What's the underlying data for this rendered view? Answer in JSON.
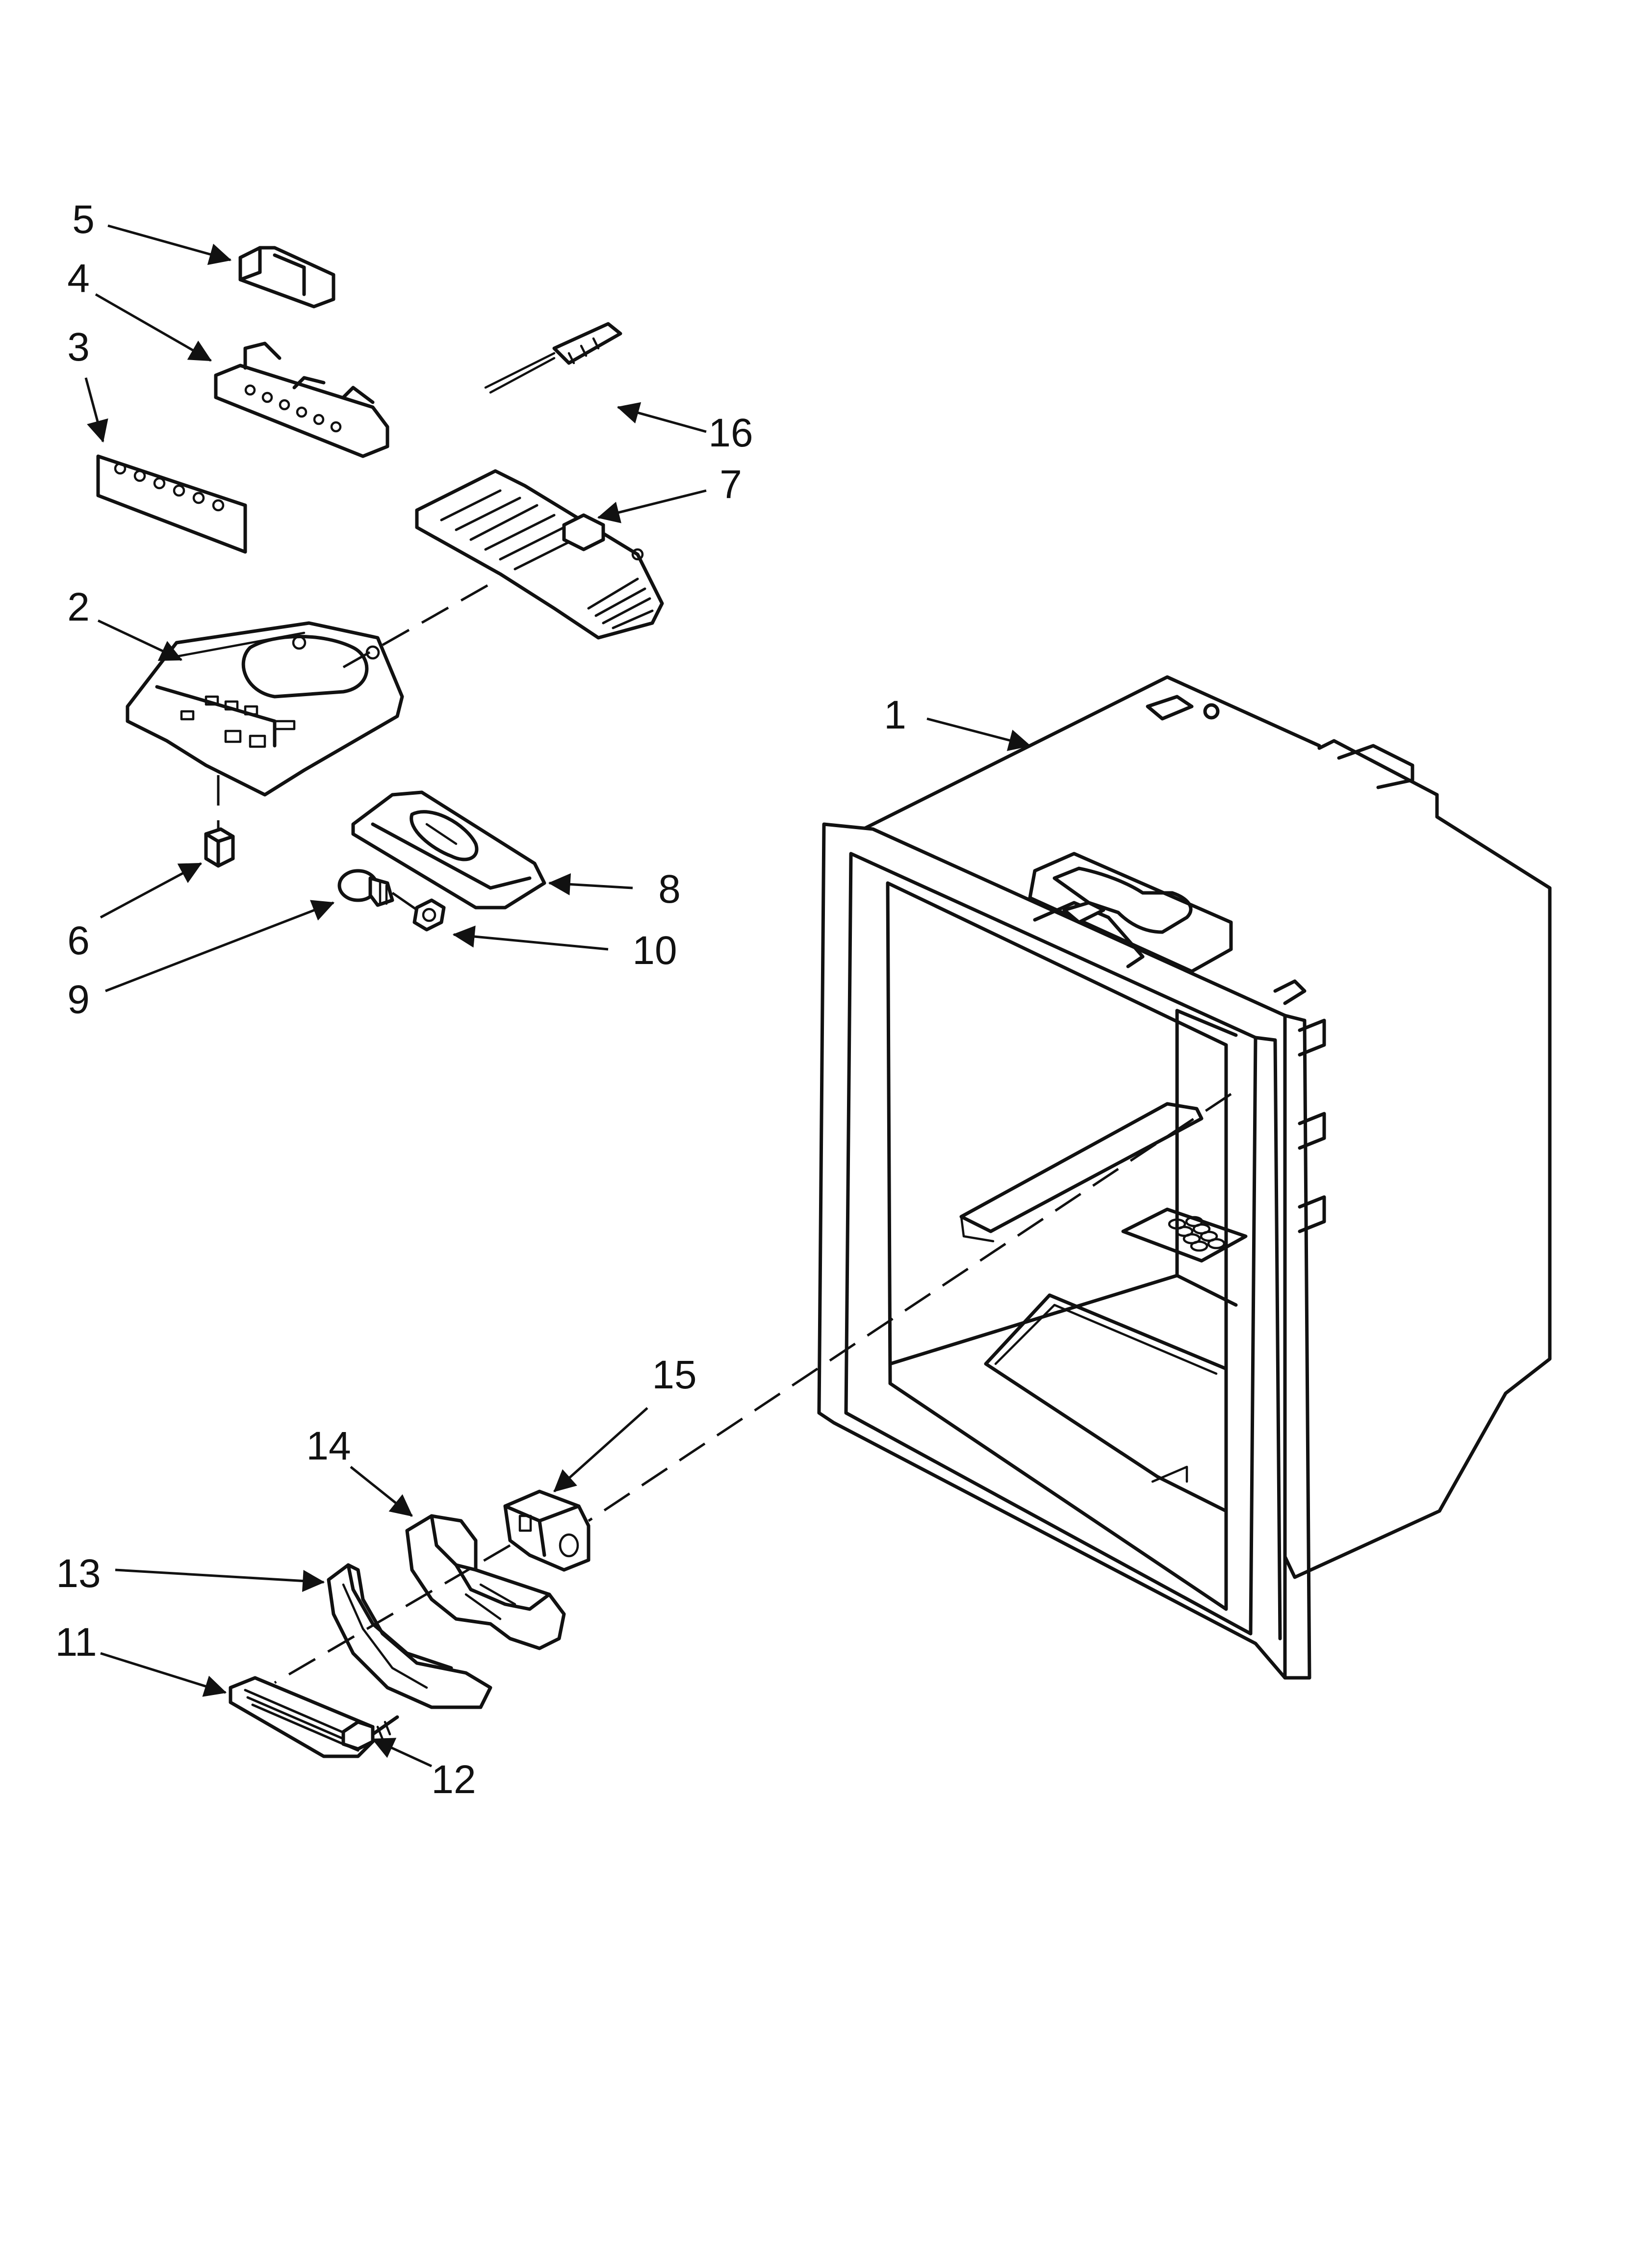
{
  "callouts": [
    {
      "number": "1"
    },
    {
      "number": "2"
    },
    {
      "number": "3"
    },
    {
      "number": "4"
    },
    {
      "number": "5"
    },
    {
      "number": "6"
    },
    {
      "number": "7"
    },
    {
      "number": "8"
    },
    {
      "number": "9"
    },
    {
      "number": "10"
    },
    {
      "number": "11"
    },
    {
      "number": "12"
    },
    {
      "number": "13"
    },
    {
      "number": "14"
    },
    {
      "number": "15"
    },
    {
      "number": "16"
    }
  ]
}
